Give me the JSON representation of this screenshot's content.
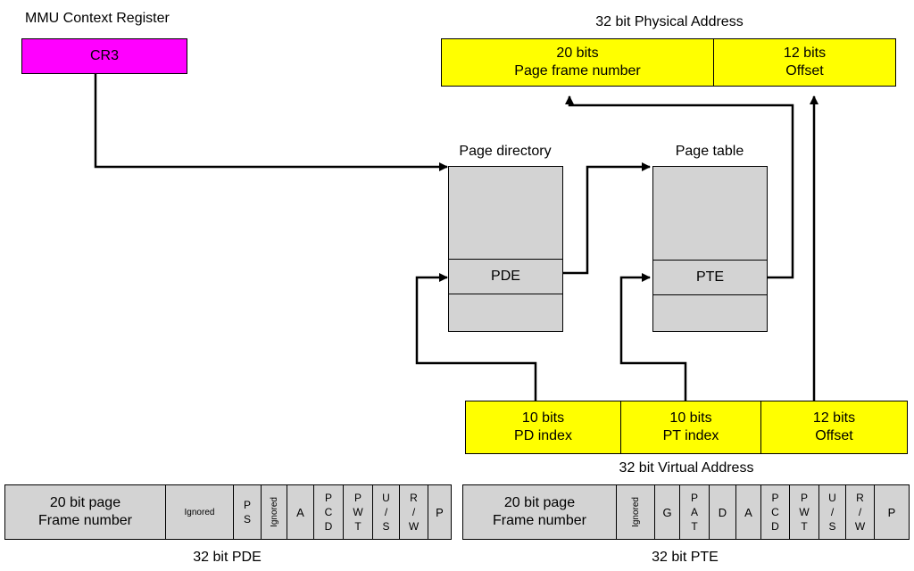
{
  "mmu_label": "MMU Context Register",
  "cr3_label": "CR3",
  "physical": {
    "title": "32 bit Physical Address",
    "frame_bits": "20 bits",
    "frame_name": "Page frame number",
    "offset_bits": "12 bits",
    "offset_name": "Offset"
  },
  "page_directory": {
    "title": "Page directory",
    "entry": "PDE"
  },
  "page_table": {
    "title": "Page table",
    "entry": "PTE"
  },
  "virtual": {
    "title": "32 bit Virtual Address",
    "pd_bits": "10 bits",
    "pd_name": "PD index",
    "pt_bits": "10 bits",
    "pt_name": "PT index",
    "off_bits": "12 bits",
    "off_name": "Offset"
  },
  "pde": {
    "title": "32 bit PDE",
    "frame_line1": "20 bit page",
    "frame_line2": "Frame number",
    "ignored1": "Ignored",
    "ps": [
      "P",
      "S"
    ],
    "ignored2": "Ignored",
    "a": "A",
    "pcd": [
      "P",
      "C",
      "D"
    ],
    "pwt": [
      "P",
      "W",
      "T"
    ],
    "us": [
      "U",
      "/",
      "S"
    ],
    "rw": [
      "R",
      "/",
      "W"
    ],
    "p": "P"
  },
  "pte": {
    "title": "32 bit PTE",
    "frame_line1": "20 bit page",
    "frame_line2": "Frame number",
    "ignored": "Ignored",
    "g": "G",
    "pat": [
      "P",
      "A",
      "T"
    ],
    "d": "D",
    "a": "A",
    "pcd": [
      "P",
      "C",
      "D"
    ],
    "pwt": [
      "P",
      "W",
      "T"
    ],
    "us": [
      "U",
      "/",
      "S"
    ],
    "rw": [
      "R",
      "/",
      "W"
    ],
    "p": "P"
  },
  "colors": {
    "register": "#ff00ff",
    "address": "#ffff00",
    "table": "#d3d3d3"
  }
}
